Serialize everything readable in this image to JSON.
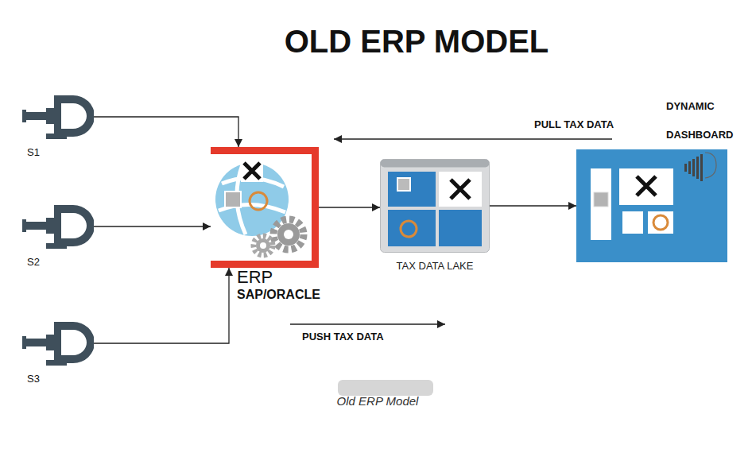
{
  "diagram": {
    "title": "OLD ERP MODEL",
    "caption": "Old ERP Model",
    "nodes": [
      {
        "text": [
          "S1"
        ]
      },
      {
        "text": [
          "S2"
        ]
      },
      {
        "text": [
          "S3"
        ]
      },
      {
        "text": [
          "ERP",
          "SAP/ORACLE"
        ]
      },
      {
        "text": [
          "TAX DATA LAKE"
        ]
      },
      {
        "text": [
          "DYNAMIC DASHBOARD"
        ]
      }
    ],
    "edges": [
      {
        "from": 0,
        "to": 3,
        "arrow": "to"
      },
      {
        "from": 1,
        "to": 3,
        "arrow": "to"
      },
      {
        "from": 2,
        "to": 3,
        "arrow": "to"
      },
      {
        "from": 3,
        "to": 4,
        "arrow": "to"
      },
      {
        "from": 4,
        "to": 5,
        "arrow": "to"
      }
    ],
    "labels": [
      "PULL TAX DATA",
      "PUSH TAX DATA"
    ]
  }
}
